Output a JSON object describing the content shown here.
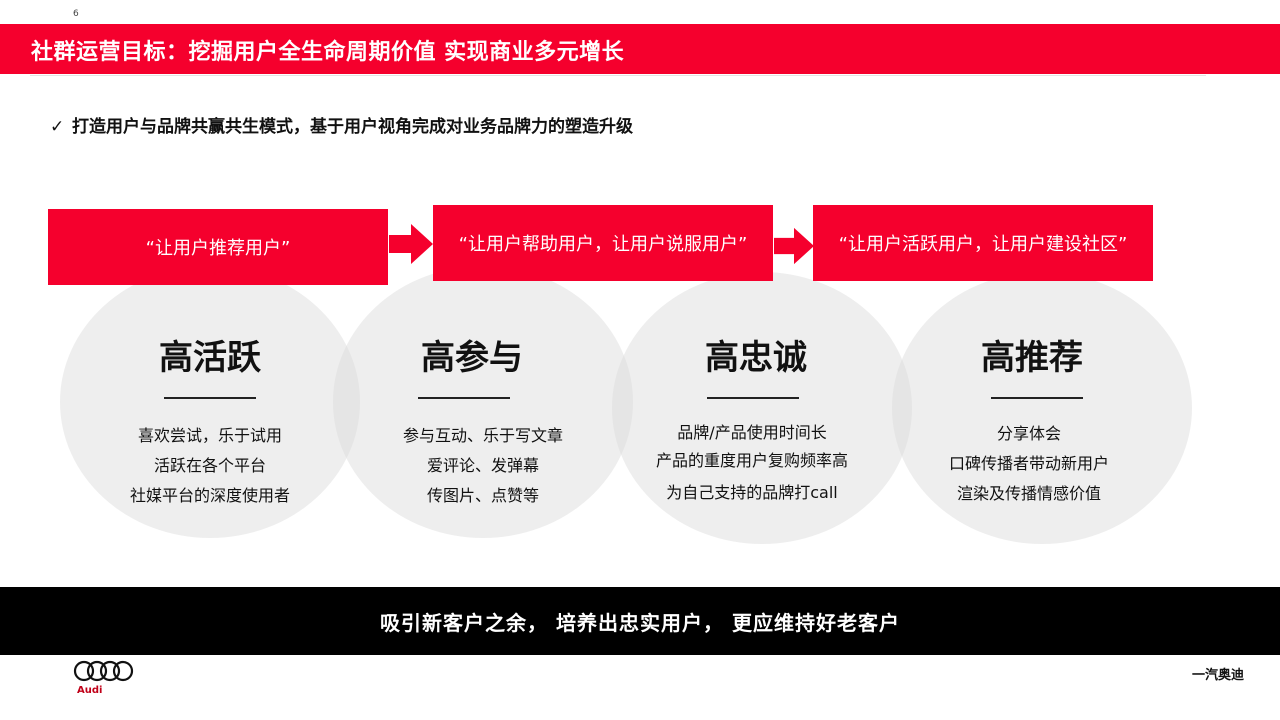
{
  "page_number": "6",
  "title": "社群运营目标：挖掘用户全生命周期价值 实现商业多元增长",
  "subtitle": {
    "check": "✓",
    "text": "打造用户与品牌共赢共生模式，基于用户视角完成对业务品牌力的塑造升级"
  },
  "banners": [
    "“让用户推荐用户”",
    "“让用户帮助用户，让用户说服用户”",
    "“让用户活跃用户，让用户建设社区”"
  ],
  "columns": [
    {
      "title": "高活跃",
      "lines": [
        "喜欢尝试，乐于试用",
        "活跃在各个平台",
        "社媒平台的深度使用者"
      ]
    },
    {
      "title": "高参与",
      "lines": [
        "参与互动、乐于写文章",
        "爱评论、发弹幕",
        "传图片、点赞等"
      ]
    },
    {
      "title": "高忠诚",
      "lines": [
        "品牌/产品使用时间长",
        "产品的重度用户复购频率高",
        "为自己支持的品牌打call"
      ]
    },
    {
      "title": "高推荐",
      "lines": [
        "分享体会",
        "口碑传播者带动新用户",
        "渲染及传播情感价值"
      ]
    }
  ],
  "footer_text": "吸引新客户之余， 培养出忠实用户， 更应维持好老客户",
  "logo_text": "Audi",
  "brand_right": "一汽奥迪",
  "colors": {
    "accent": "#f5002d",
    "footer_bg": "#000000",
    "circle": "#e6e6e6"
  }
}
